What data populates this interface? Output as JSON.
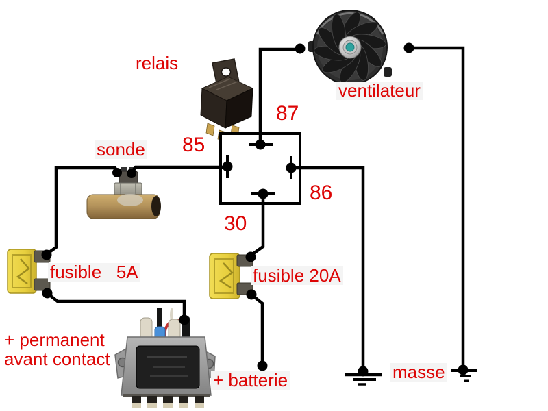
{
  "labels": {
    "relay": "relais",
    "fan": "ventilateur",
    "sensor": "sonde",
    "fuse_small": "fusible   5A",
    "fuse_large": "fusible 20A",
    "supply_line1": "+ permanent",
    "supply_line2": "avant contact",
    "battery": "+ batterie",
    "ground": "masse"
  },
  "terminals": {
    "t87": "87",
    "t85": "85",
    "t86": "86",
    "t30": "30"
  },
  "icons": {
    "relay": "relay-photo",
    "fan": "fan-photo",
    "sensor": "inline-temperature-sensor-photo",
    "fuse_small": "blade-fuse-photo",
    "fuse_large": "blade-fuse-photo",
    "module": "ignition-module-photo",
    "ground_left": "ground-symbol",
    "ground_right": "ground-symbol"
  },
  "colors": {
    "label_red": "#dd0505",
    "wire_black": "#000000",
    "background": "#ffffff",
    "fuse_yellow": "#e8cf3e",
    "relay_body_black": "#2a231d",
    "pin_brass": "#c9a24e",
    "sensor_brass": "#b5945c",
    "fan_hub_teal": "#2fa39f",
    "module_gray": "#9a9a9a"
  }
}
